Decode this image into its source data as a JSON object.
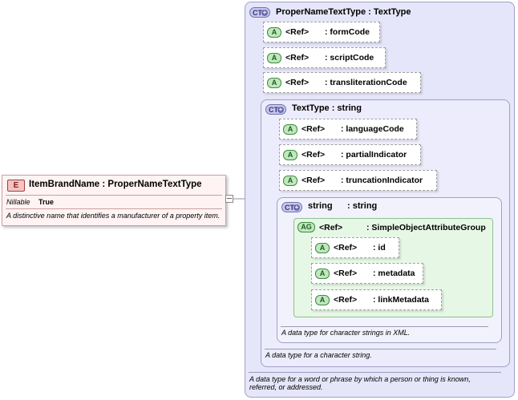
{
  "element": {
    "badge": "E",
    "title": "ItemBrandName : ProperNameTextType",
    "property_label": "Nillable",
    "property_value": "True",
    "documentation": "A distinctive name that identifies a manufacturer of a property item."
  },
  "proper_name_text_type": {
    "badge": "CT",
    "title": "ProperNameTextType : TextType",
    "attributes": [
      {
        "badge": "A",
        "ref": "<Ref>",
        "name": ": formCode"
      },
      {
        "badge": "A",
        "ref": "<Ref>",
        "name": ": scriptCode"
      },
      {
        "badge": "A",
        "ref": "<Ref>",
        "name": ": transliterationCode"
      }
    ],
    "documentation": "A data type for a word or phrase by which a person or thing is known, referred, or addressed."
  },
  "text_type": {
    "badge": "CT",
    "title": "TextType : string",
    "attributes": [
      {
        "badge": "A",
        "ref": "<Ref>",
        "name": ": languageCode"
      },
      {
        "badge": "A",
        "ref": "<Ref>",
        "name": ": partialIndicator"
      },
      {
        "badge": "A",
        "ref": "<Ref>",
        "name": ": truncationIndicator"
      }
    ],
    "documentation": "A data type for a character string."
  },
  "string_type": {
    "badge": "CT",
    "title_name": "string",
    "title_type": ": string",
    "attribute_group": {
      "badge": "AG",
      "ref": "<Ref>",
      "name": ": SimpleObjectAttributeGroup",
      "attributes": [
        {
          "badge": "A",
          "ref": "<Ref>",
          "name": ": id"
        },
        {
          "badge": "A",
          "ref": "<Ref>",
          "name": ": metadata"
        },
        {
          "badge": "A",
          "ref": "<Ref>",
          "name": ": linkMetadata"
        }
      ]
    },
    "documentation": "A data type for character strings in XML."
  }
}
